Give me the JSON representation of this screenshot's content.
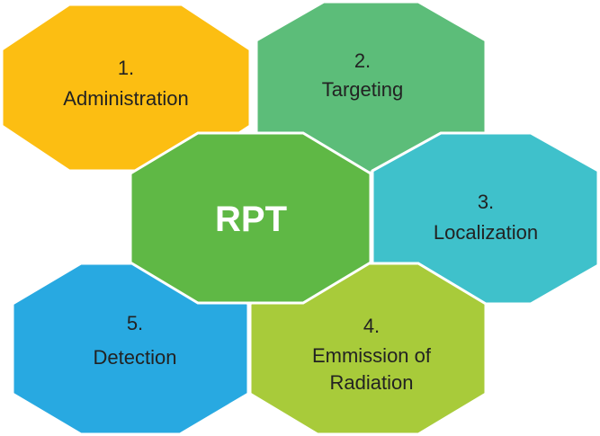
{
  "center": {
    "label": "RPT",
    "color": "#5FB845"
  },
  "steps": [
    {
      "number": "1.",
      "lines": [
        "Administration"
      ],
      "color": "#FCBE12"
    },
    {
      "number": "2.",
      "lines": [
        "Targeting"
      ],
      "color": "#5CBD79"
    },
    {
      "number": "3.",
      "lines": [
        "Localization"
      ],
      "color": "#3FC1CB"
    },
    {
      "number": "4.",
      "lines": [
        "Emmission of",
        "Radiation"
      ],
      "color": "#A8CB3A"
    },
    {
      "number": "5.",
      "lines": [
        "Detection"
      ],
      "color": "#28A9E1"
    }
  ]
}
